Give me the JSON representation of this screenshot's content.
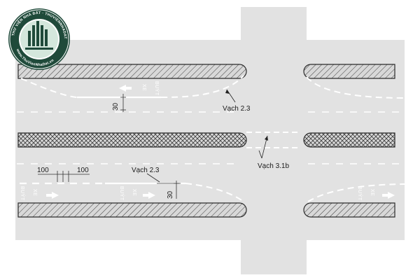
{
  "diagram": {
    "labels": {
      "vach_top": "Vạch 2.3",
      "vach_bottom": "Vạch 2.3",
      "vach_crosswalk": "Vạch 3.1b",
      "dim_30_top": "30",
      "dim_30_bottom": "30",
      "dim_100_left": "100",
      "dim_100_right": "100"
    },
    "lane_markings": {
      "bus_word": "BUÝT",
      "xe_word": "XE"
    },
    "logo": {
      "ring_text_top": "THƯ VIỆN NHÀ ĐẤT · THUVIENNHADAT",
      "ring_text_bottom": "www.ThuVienNhaDat.vn"
    },
    "colors": {
      "road": "#e2e2e2",
      "background": "#ffffff",
      "marking": "#ffffff",
      "island_fill": "#d2d2d2",
      "island_stroke": "#2b2b2b",
      "logo_dark": "#1f4a3a",
      "logo_accent": "#d4e7dc"
    }
  }
}
